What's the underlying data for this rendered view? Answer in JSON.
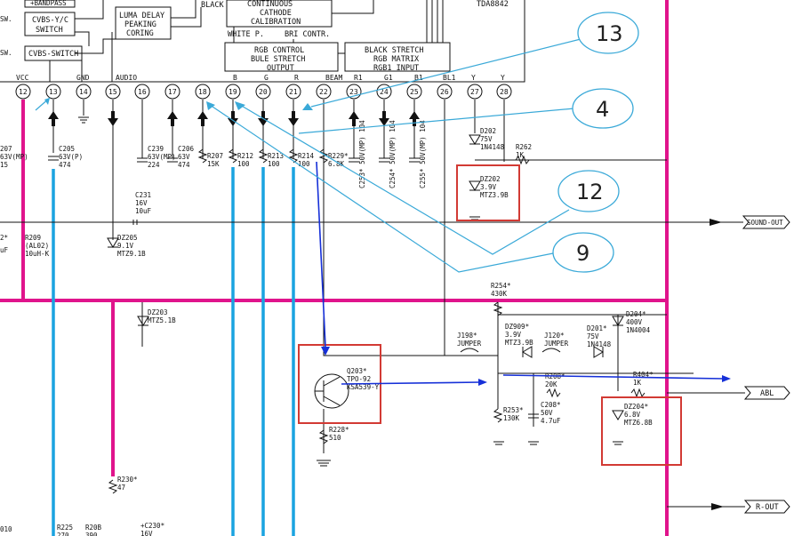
{
  "blocks": {
    "bandpass": "+BANDPASS",
    "cvbs_yc_1": "CVBS-Y/C",
    "cvbs_yc_2": "SWITCH",
    "cvbs_switch": "CVBS-SWITCH",
    "luma_1": "LUMA DELAY",
    "luma_2": "PEAKING",
    "luma_3": "CORING",
    "black": "BLACK",
    "cathode_1": "CONTINUOUS",
    "cathode_2": "CATHODE",
    "cathode_3": "CALIBRATION",
    "white_p": "WHITE P.",
    "bri_contr": "BRI CONTR.",
    "rgb_1": "RGB CONTROL",
    "rgb_2": "BULE STRETCH",
    "rgb_3": "OUTPUT",
    "bs_1": "BLACK STRETCH",
    "bs_2": "RGB MATRIX",
    "bs_3": "RGB1 INPUT",
    "chip": "TDA8842",
    "sw_left_1": "SW.",
    "sw_left_2": "SW."
  },
  "pins": {
    "labels": [
      "VCC",
      "GND",
      "AUDIO",
      "B",
      "G",
      "R",
      "BEAM",
      "R1",
      "G1",
      "B1",
      "BL1",
      "Y",
      "Y"
    ],
    "numbers": [
      "12",
      "13",
      "14",
      "15",
      "16",
      "17",
      "18",
      "19",
      "20",
      "21",
      "22",
      "23",
      "24",
      "25",
      "26",
      "27",
      "28"
    ]
  },
  "components": {
    "c205": [
      "C205",
      "63V(P)",
      "474"
    ],
    "c239": [
      "C239",
      "63V(MP)",
      "224"
    ],
    "c206": [
      "C206",
      "63V",
      "474"
    ],
    "r207": [
      "R207",
      "15K"
    ],
    "r212": [
      "R212",
      "100"
    ],
    "r213": [
      "R213",
      "100"
    ],
    "r214": [
      "R214",
      "100"
    ],
    "r229": [
      "R229*",
      "6.8K"
    ],
    "c253": [
      "C253*",
      "50V(MP)",
      "104"
    ],
    "c254": [
      "C254*",
      "50V(MP)",
      "104"
    ],
    "c255": [
      "C255*",
      "50V(MP)",
      "104"
    ],
    "d202": [
      "D202",
      "75V",
      "1N4148"
    ],
    "r262": [
      "R262",
      "1K"
    ],
    "dz202": [
      "DZ202",
      "3.9V",
      "MTZ3.9B"
    ],
    "c231": [
      "C231",
      "16V",
      "10uF"
    ],
    "dz205": [
      "DZ205",
      "9.1V",
      "MTZ9.1B"
    ],
    "r209": [
      "R209",
      "(AL02)",
      "10uH-K"
    ],
    "r207_left": [
      "207",
      "63V(MP)",
      "15"
    ],
    "left_uf": [
      "2*",
      "uF"
    ],
    "r254": [
      "R254*",
      "430K"
    ],
    "dz203": [
      "DZ203",
      "MTZ5.1B"
    ],
    "j198": [
      "J198*",
      "JUMPER"
    ],
    "dz909": [
      "DZ909*",
      "3.9V",
      "MTZ3.9B"
    ],
    "j120": [
      "J120*",
      "JUMPER"
    ],
    "d201": [
      "D201*",
      "75V",
      "1N4148"
    ],
    "d204": [
      "D204*",
      "400V",
      "1N4004"
    ],
    "q203": [
      "Q203*",
      "TPO-92",
      "KSA539-Y"
    ],
    "r208": [
      "R208*",
      "20K"
    ],
    "r404": [
      "R404*",
      "1K"
    ],
    "r253": [
      "R253*",
      "130K"
    ],
    "c208": [
      "C208*",
      "50V",
      "4.7uF"
    ],
    "dz204": [
      "DZ204*",
      "6.8V",
      "MTZ6.8B"
    ],
    "r228": [
      "R228*",
      "510"
    ],
    "r230": [
      "R230*",
      "47"
    ],
    "r225": [
      "R225",
      "270"
    ],
    "r20b": [
      "R20B",
      "390"
    ],
    "c230": [
      "+C230*",
      "16V"
    ],
    "bottom_left": "010"
  },
  "connectors": {
    "sound_out": "SOUND-OUT",
    "abl": "ABL",
    "r_out": "R-OUT"
  },
  "callouts": [
    "13",
    "4",
    "12",
    "9"
  ],
  "colors": {
    "rail": "#e0148c",
    "trace": "#1aa3e0",
    "highlight": "#d23a34",
    "arrow": "#1630d8"
  }
}
